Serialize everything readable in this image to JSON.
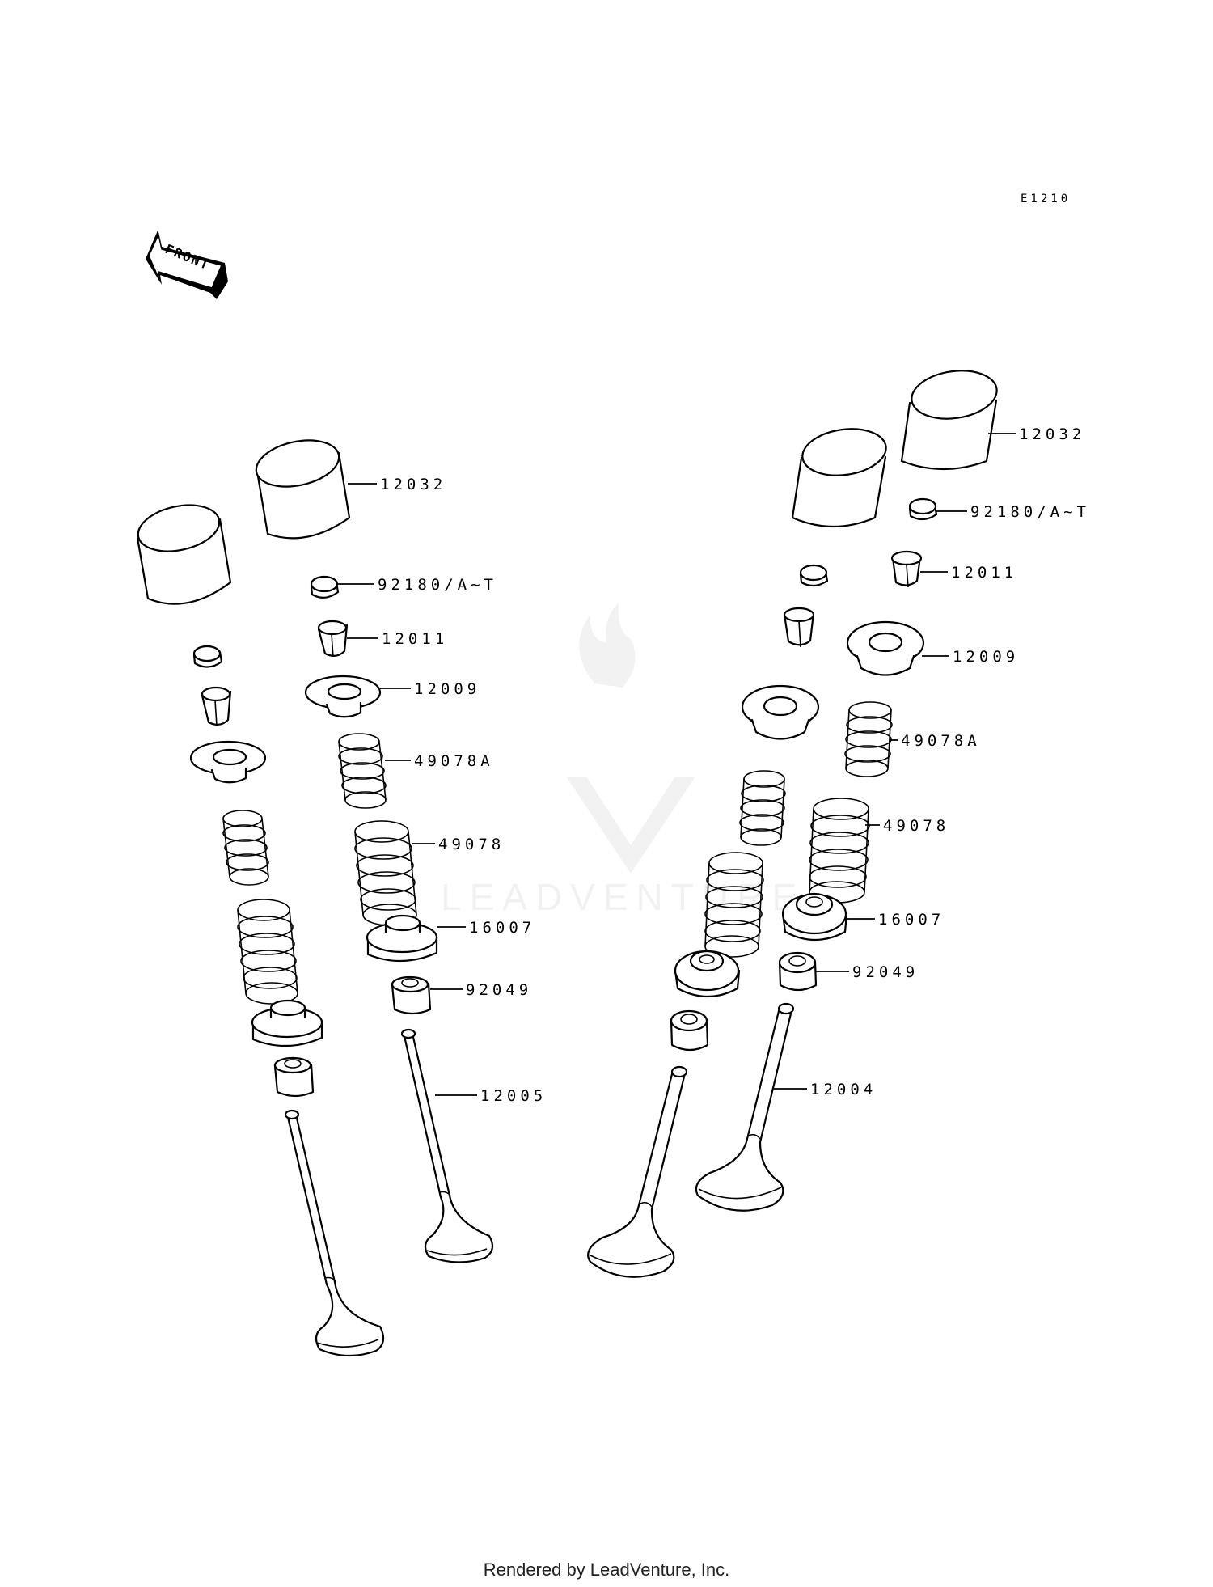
{
  "diagram_code": "E1210",
  "front_label": "FRONT",
  "footer": "Rendered by LeadVenture, Inc.",
  "watermark": "LEADVENTURE",
  "labels": {
    "l_12032": "12032",
    "l_92180": "92180/A~T",
    "l_12011": "12011",
    "l_12009": "12009",
    "l_49078A": "49078A",
    "l_49078": "49078",
    "l_16007": "16007",
    "l_92049": "92049",
    "l_12005": "12005",
    "r_12032": "12032",
    "r_92180": "92180/A~T",
    "r_12011": "12011",
    "r_12009": "12009",
    "r_49078A": "49078A",
    "r_49078": "49078",
    "r_16007": "16007",
    "r_92049": "92049",
    "r_12004": "12004"
  }
}
